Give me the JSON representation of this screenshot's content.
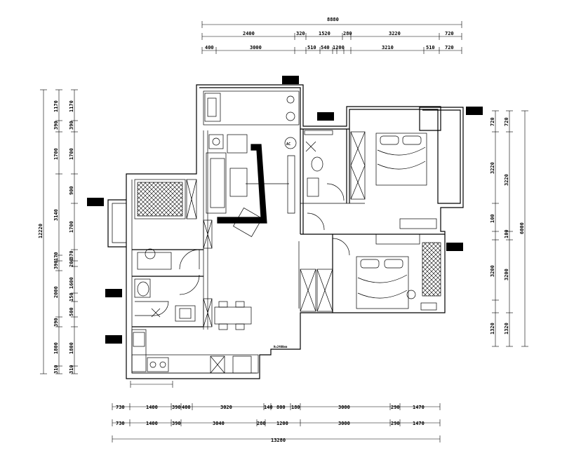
{
  "top_dims": {
    "total": "8880",
    "row1": [
      "2400",
      "320",
      "1520",
      "280",
      "3220",
      "720"
    ],
    "row2": [
      "400",
      "3000",
      "510",
      "540",
      "1200",
      "3210",
      "510",
      "720"
    ]
  },
  "bottom_dims": {
    "row1": [
      "730",
      "1400",
      "390",
      "400",
      "3020",
      "140",
      "800",
      "180",
      "3000",
      "290",
      "1470"
    ],
    "row2": [
      "730",
      "1400",
      "390",
      "3040",
      "280",
      "1200",
      "3000",
      "290",
      "1470"
    ],
    "total": "13280"
  },
  "left_dims": {
    "total": "12220",
    "outer": [
      "1170",
      "390",
      "1700",
      "3140",
      "170",
      "390",
      "2000",
      "390",
      "1800",
      "310"
    ],
    "inner": [
      "1170",
      "390",
      "1700",
      "900",
      "1700",
      "370",
      "200",
      "1600",
      "150",
      "500",
      "1800",
      "310"
    ]
  },
  "right_dims": {
    "total": "6000",
    "outer": [
      "720",
      "3220",
      "100",
      "3200",
      "1320"
    ],
    "inner": [
      "720",
      "3220",
      "100",
      "3200",
      "1320"
    ]
  },
  "labels": {
    "ac": "AC",
    "note_code": "H=2400mm"
  }
}
